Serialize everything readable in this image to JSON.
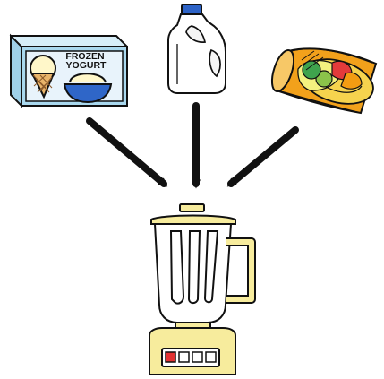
{
  "frozen_yogurt_box": {
    "label_line1": "FROZEN",
    "label_line2": "YOGURT",
    "icon": "frozen-yogurt-carton-icon"
  },
  "milk_jug": {
    "icon": "milk-jug-icon"
  },
  "fruit_can": {
    "icon": "canned-fruit-icon"
  },
  "blender": {
    "icon": "blender-icon",
    "button_count": 4
  },
  "arrows": [
    "arrow-down-right",
    "arrow-down",
    "arrow-down-left"
  ],
  "colors": {
    "outline": "#111111",
    "carton_blue": "#a9d8ee",
    "carton_panel": "#e8f3fb",
    "bowl_blue": "#2f66c8",
    "cone_tan": "#e8b46a",
    "ice_cream": "#fff7c9",
    "milk_cap": "#2d63c7",
    "can_orange": "#f2a11b",
    "blender_yellow": "#f7ec9d",
    "blender_red_button": "#e33333"
  }
}
